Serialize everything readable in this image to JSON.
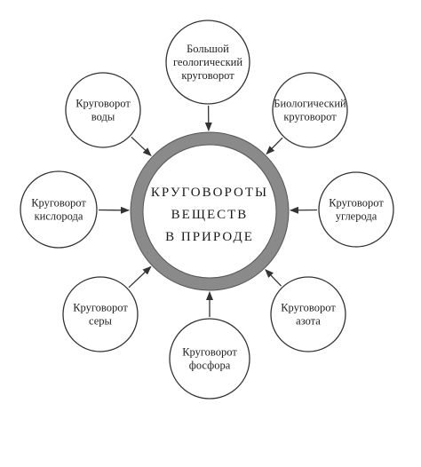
{
  "center": {
    "lines": [
      "КРУГОВОРОТЫ",
      "ВЕЩЕСТВ",
      "В ПРИРОДЕ"
    ],
    "ring_color": "#8a8a8a"
  },
  "nodes": [
    {
      "id": "geological",
      "lines": [
        "Большой",
        "геологический",
        "круговорот"
      ]
    },
    {
      "id": "biological",
      "lines": [
        "Биологический",
        "круговорот"
      ]
    },
    {
      "id": "carbon",
      "lines": [
        "Круговорот",
        "углерода"
      ]
    },
    {
      "id": "nitrogen",
      "lines": [
        "Круговорот",
        "азота"
      ]
    },
    {
      "id": "phosphorus",
      "lines": [
        "Круговорот",
        "фосфора"
      ]
    },
    {
      "id": "sulfur",
      "lines": [
        "Круговорот",
        "серы"
      ]
    },
    {
      "id": "oxygen",
      "lines": [
        "Круговорот",
        "кислорода"
      ]
    },
    {
      "id": "water",
      "lines": [
        "Круговорот",
        "воды"
      ]
    }
  ]
}
